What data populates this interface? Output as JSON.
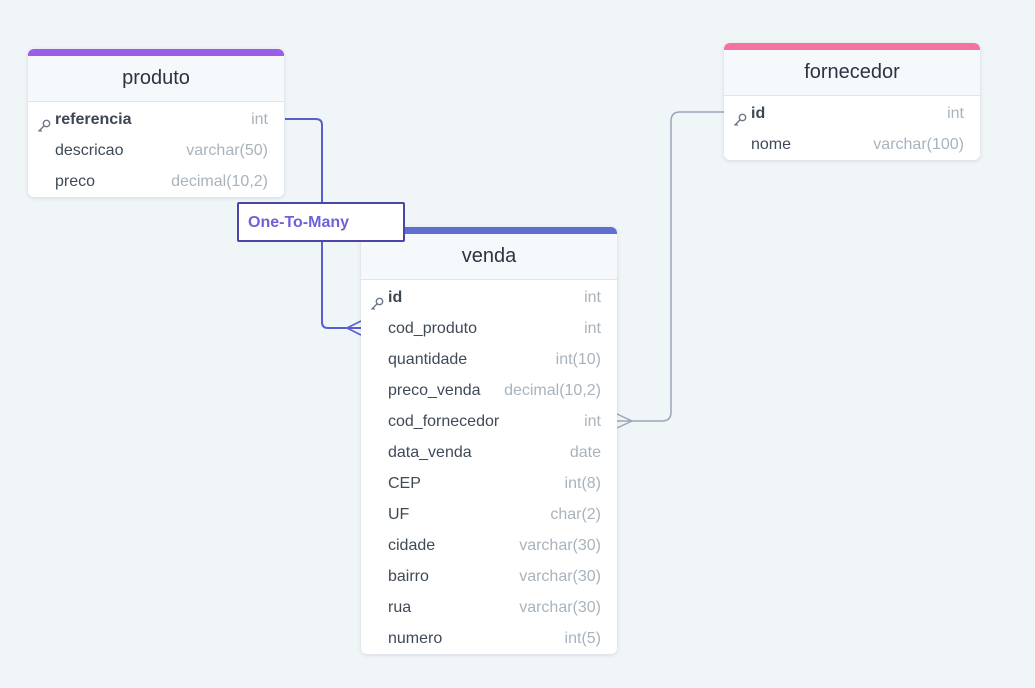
{
  "tables": {
    "produto": {
      "name": "produto",
      "color": "#9b5de5",
      "fields": [
        {
          "name": "referencia",
          "type": "int",
          "pk": true
        },
        {
          "name": "descricao",
          "type": "varchar(50)",
          "pk": false
        },
        {
          "name": "preco",
          "type": "decimal(10,2)",
          "pk": false
        }
      ]
    },
    "fornecedor": {
      "name": "fornecedor",
      "color": "#f4739e",
      "fields": [
        {
          "name": "id",
          "type": "int",
          "pk": true
        },
        {
          "name": "nome",
          "type": "varchar(100)",
          "pk": false
        }
      ]
    },
    "venda": {
      "name": "venda",
      "color": "#5f6fd0",
      "fields": [
        {
          "name": "id",
          "type": "int",
          "pk": true
        },
        {
          "name": "cod_produto",
          "type": "int",
          "pk": false
        },
        {
          "name": "quantidade",
          "type": "int(10)",
          "pk": false
        },
        {
          "name": "preco_venda",
          "type": "decimal(10,2)",
          "pk": false
        },
        {
          "name": "cod_fornecedor",
          "type": "int",
          "pk": false
        },
        {
          "name": "data_venda",
          "type": "date",
          "pk": false
        },
        {
          "name": "CEP",
          "type": "int(8)",
          "pk": false
        },
        {
          "name": "UF",
          "type": "char(2)",
          "pk": false
        },
        {
          "name": "cidade",
          "type": "varchar(30)",
          "pk": false
        },
        {
          "name": "bairro",
          "type": "varchar(30)",
          "pk": false
        },
        {
          "name": "rua",
          "type": "varchar(30)",
          "pk": false
        },
        {
          "name": "numero",
          "type": "int(5)",
          "pk": false
        }
      ]
    }
  },
  "relationships": [
    {
      "from": "produto.referencia",
      "to": "venda.cod_produto",
      "label": "One-To-Many",
      "color": "#5a5fd0",
      "selected": true
    },
    {
      "from": "fornecedor.id",
      "to": "venda.cod_fornecedor",
      "label": "",
      "color": "#9aa6b8",
      "selected": false
    }
  ],
  "colors": {
    "background": "#f0f5f8",
    "key_icon": "#6b7785"
  },
  "icons": {
    "primary_key": "key-icon"
  }
}
